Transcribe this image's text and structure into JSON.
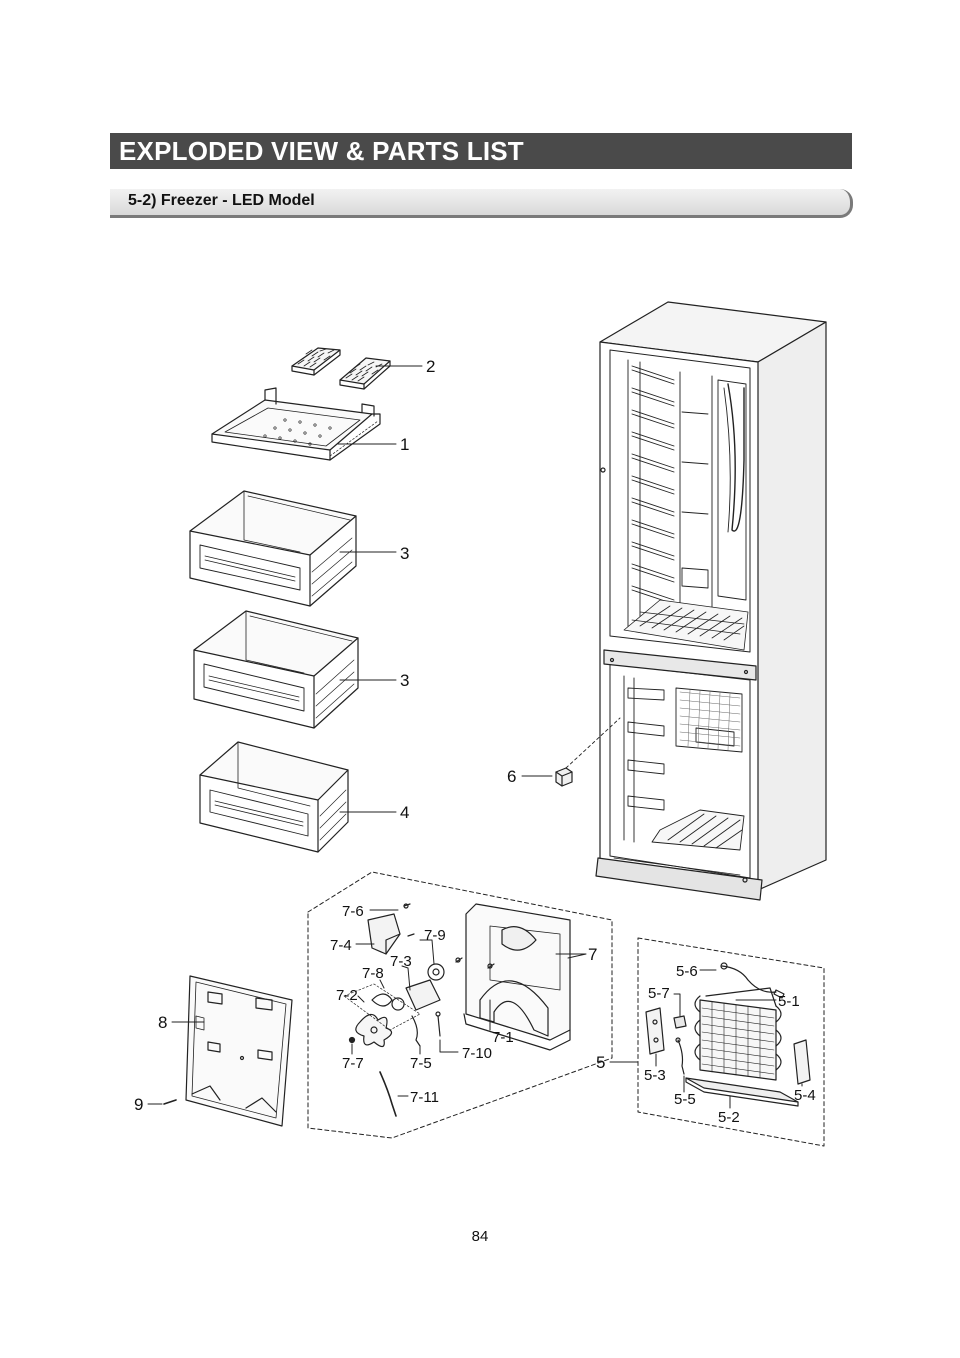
{
  "header": {
    "title": "EXPLODED VIEW & PARTS LIST",
    "subtitle": "5-2) Freezer -  LED Model"
  },
  "callouts": {
    "c2": "2",
    "c1": "1",
    "c3a": "3",
    "c3b": "3",
    "c4": "4",
    "c6": "6",
    "c7": "7",
    "c7_1": "7-1",
    "c7_2": "7-2",
    "c7_3": "7-3",
    "c7_4": "7-4",
    "c7_5": "7-5",
    "c7_6": "7-6",
    "c7_7": "7-7",
    "c7_8": "7-8",
    "c7_9": "7-9",
    "c7_10": "7-10",
    "c7_11": "7-11",
    "c8": "8",
    "c9": "9",
    "c5": "5",
    "c5_1": "5-1",
    "c5_2": "5-2",
    "c5_3": "5-3",
    "c5_4": "5-4",
    "c5_5": "5-5",
    "c5_6": "5-6",
    "c5_7": "5-7"
  },
  "footer": {
    "page_number": "84"
  }
}
